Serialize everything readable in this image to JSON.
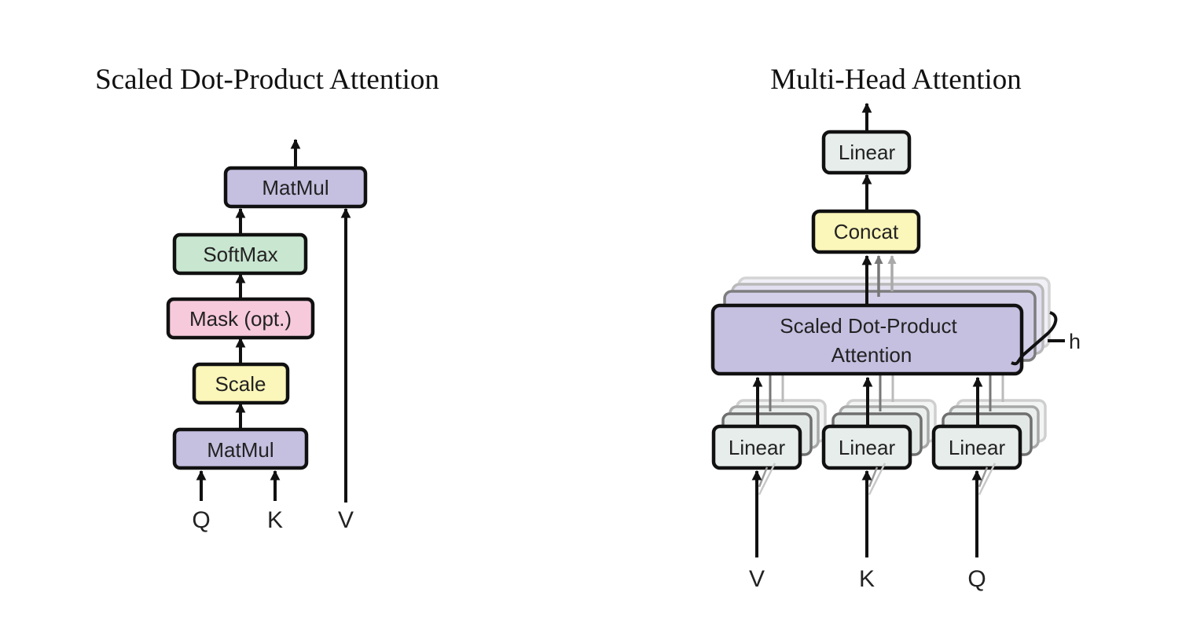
{
  "colors": {
    "purple": "#c5bfe0",
    "green": "#c9e6d0",
    "pink": "#f6cadb",
    "yellow": "#fbf6b9",
    "grey": "#e7edeb",
    "stroke": "#111111"
  },
  "left": {
    "title": "Scaled Dot-Product Attention",
    "matmul_top": "MatMul",
    "softmax": "SoftMax",
    "mask": "Mask (opt.)",
    "scale": "Scale",
    "matmul_bottom": "MatMul",
    "inputs": {
      "q": "Q",
      "k": "K",
      "v": "V"
    }
  },
  "right": {
    "title": "Multi-Head Attention",
    "linear_top": "Linear",
    "concat": "Concat",
    "sdpa_line1": "Scaled Dot-Product",
    "sdpa_line2": "Attention",
    "heads_label": "h",
    "linear_v": "Linear",
    "linear_k": "Linear",
    "linear_q": "Linear",
    "inputs": {
      "v": "V",
      "k": "K",
      "q": "Q"
    }
  }
}
